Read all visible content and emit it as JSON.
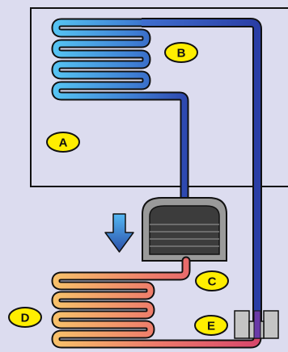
{
  "labels": {
    "a": "A",
    "b": "B",
    "c": "C",
    "d": "D",
    "e": "E"
  },
  "colors": {
    "background": "#dcdcef",
    "box_stroke": "#111111",
    "label_fill": "#ffee00",
    "cold_pipe_light": "#4fb6ee",
    "cold_pipe_dark": "#2e49b0",
    "hot_pipe_light": "#f6b864",
    "hot_pipe_dark": "#d8476b",
    "compressor_body": "#9a9a9a",
    "compressor_inner": "#3c3c3c",
    "arrow_light": "#4fb0f0",
    "arrow_dark": "#2a4fa8",
    "valve_fill": "#c4c4c4"
  },
  "icons": {
    "down_arrow": "down-arrow-icon"
  }
}
